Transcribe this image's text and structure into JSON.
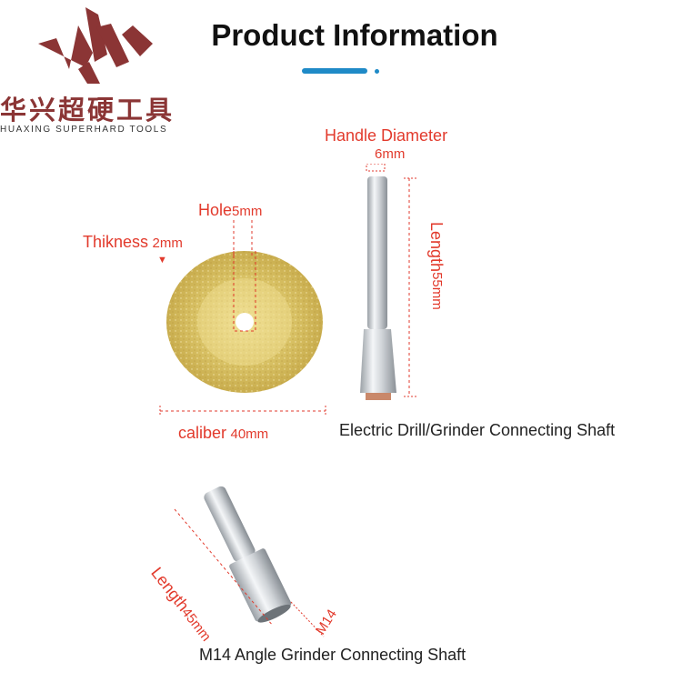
{
  "brand": {
    "name_cn": "华兴超硬工具",
    "name_en": "HUAXING SUPERHARD TOOLS"
  },
  "header": {
    "title": "Product Information"
  },
  "disc": {
    "hole_label": "Hole",
    "hole_value": "5mm",
    "thickness_label": "Thikness",
    "thickness_value": "2mm",
    "caliber_label": "caliber",
    "caliber_value": "40mm"
  },
  "drill_shaft": {
    "handle_label": "Handle Diameter",
    "handle_value": "6mm",
    "length_label": "Length",
    "length_value": "55mm",
    "caption": "Electric Drill/Grinder Connecting Shaft"
  },
  "angle_shaft": {
    "length_label": "Length",
    "length_value": "45mm",
    "thread_label": "M14",
    "caption": "M14 Angle Grinder Connecting Shaft"
  },
  "colors": {
    "accent_red": "#e23a2c",
    "accent_blue": "#1f8ac7",
    "brand_maroon": "#8b3535"
  }
}
